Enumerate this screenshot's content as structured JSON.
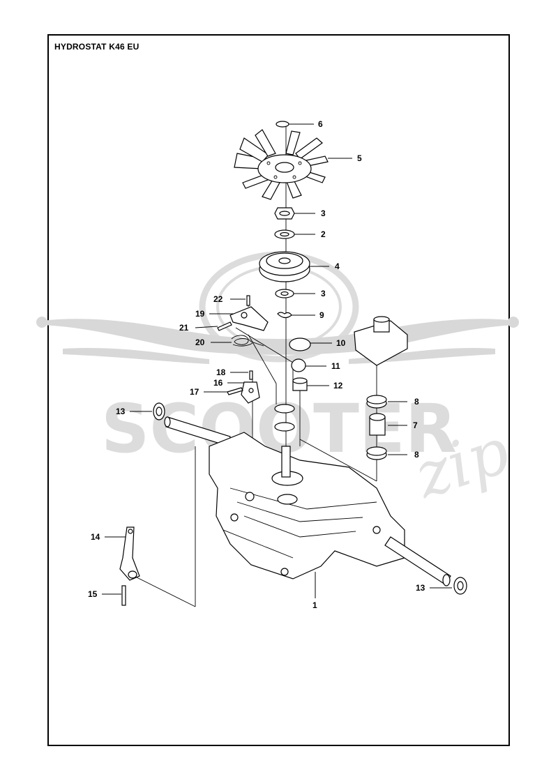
{
  "title": "HYDROSTAT K46 EU",
  "watermark": {
    "brand": "SCOOTER",
    "suffix": "zip",
    "color": "#d8d8d8"
  },
  "callouts": [
    {
      "id": "6",
      "label": "6"
    },
    {
      "id": "5",
      "label": "5"
    },
    {
      "id": "3a",
      "label": "3"
    },
    {
      "id": "2",
      "label": "2"
    },
    {
      "id": "4",
      "label": "4"
    },
    {
      "id": "3b",
      "label": "3"
    },
    {
      "id": "22",
      "label": "22"
    },
    {
      "id": "19",
      "label": "19"
    },
    {
      "id": "9",
      "label": "9"
    },
    {
      "id": "21",
      "label": "21"
    },
    {
      "id": "20",
      "label": "20"
    },
    {
      "id": "10",
      "label": "10"
    },
    {
      "id": "11",
      "label": "11"
    },
    {
      "id": "18",
      "label": "18"
    },
    {
      "id": "16",
      "label": "16"
    },
    {
      "id": "12",
      "label": "12"
    },
    {
      "id": "17",
      "label": "17"
    },
    {
      "id": "8a",
      "label": "8"
    },
    {
      "id": "13a",
      "label": "13"
    },
    {
      "id": "7",
      "label": "7"
    },
    {
      "id": "8b",
      "label": "8"
    },
    {
      "id": "14",
      "label": "14"
    },
    {
      "id": "13b",
      "label": "13"
    },
    {
      "id": "15",
      "label": "15"
    },
    {
      "id": "1",
      "label": "1"
    }
  ]
}
